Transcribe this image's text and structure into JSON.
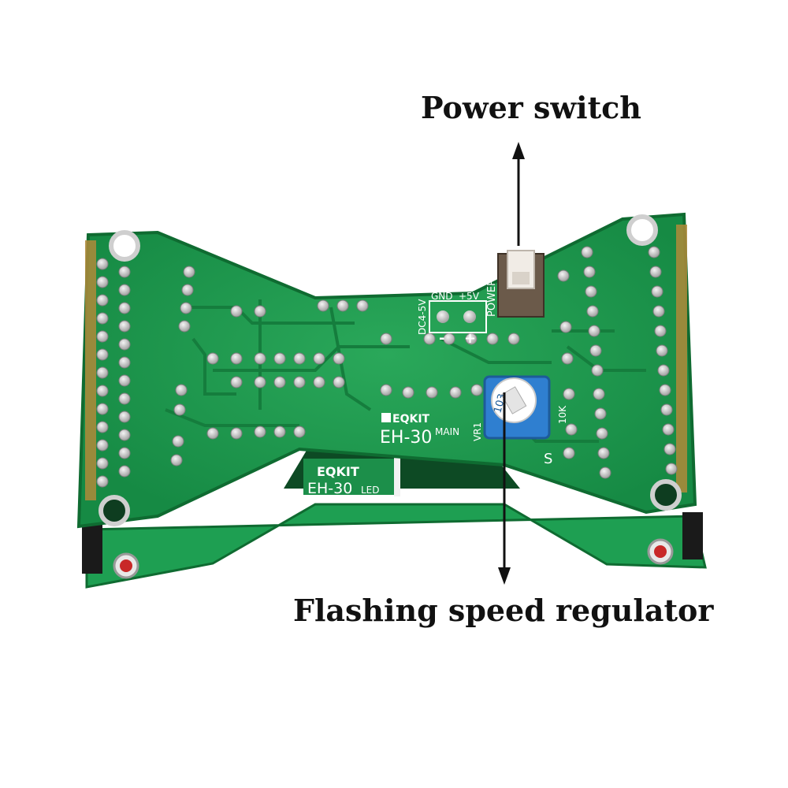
{
  "annotations": {
    "power_switch": "Power switch",
    "speed_regulator": "Flashing speed regulator"
  },
  "board": {
    "main_brand": "EQKIT",
    "main_model": "EH-30",
    "main_suffix": "MAIN",
    "led_brand": "EQKIT",
    "led_model": "EH-30",
    "led_suffix": "LED",
    "label_power": "POWER",
    "label_gnd": "GND",
    "label_5v": "+5V",
    "label_dc": "DC4-5V",
    "label_minus": "-",
    "label_plus": "+",
    "label_vr1": "VR1",
    "label_pot": "103",
    "label_10k": "10K",
    "label_s": "S"
  },
  "colors": {
    "pcb_main": "#1f9a4e",
    "pcb_dark": "#137a3a",
    "pcb_lower": "#23a556",
    "pot_body": "#2f7fd0",
    "arrow": "#111111"
  }
}
